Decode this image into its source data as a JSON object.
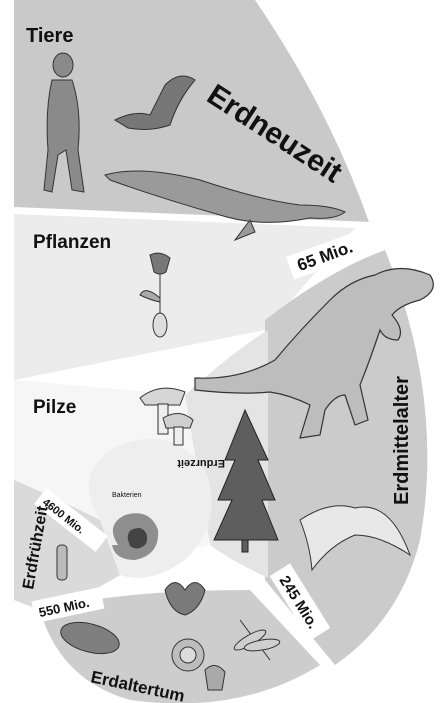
{
  "categories": {
    "animals": "Tiere",
    "plants": "Pflanzen",
    "fungi": "Pilze"
  },
  "eras": {
    "cenozoic": "Erdneuzeit",
    "mesozoic": "Erdmittelalter",
    "paleozoic": "Erdaltertum",
    "proterozoic": "Erdfrühzeit",
    "archean": "Erdurzeit"
  },
  "boundaries": {
    "b65": "65 Mio.",
    "b245": "245 Mio.",
    "b550": "550 Mio.",
    "b4600": "4600 Mio."
  },
  "small_labels": {
    "bacteria": "Bakterien"
  },
  "colors": {
    "band_dark": "#a9a9a9",
    "band_mid": "#cfcfcf",
    "band_light": "#e9e9e9",
    "band_white": "#f7f7f7",
    "label_box": "#ffffff"
  },
  "icons": [
    "human-icon",
    "bat-icon",
    "plesiosaur-icon",
    "tulip-icon",
    "t-rex-icon",
    "mushroom-icon",
    "conifer-tree-icon",
    "pterosaur-icon",
    "trilobite-icon",
    "ammonite-icon",
    "dragonfly-icon",
    "squid-icon",
    "coral-plant-icon",
    "fossil-chain-icon",
    "spiral-icon"
  ]
}
